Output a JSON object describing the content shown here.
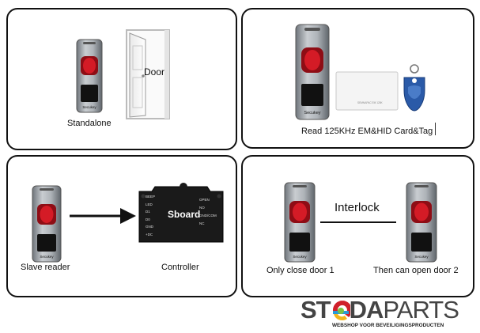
{
  "panels": {
    "standalone": {
      "caption": "Standalone",
      "door_label": "Door"
    },
    "read_card": {
      "caption": "Read 125KHz EM&HID Card&Tag",
      "card_print": "SEMNAPAC EM 125K"
    },
    "slave": {
      "caption": "Slave reader",
      "controller_caption": "Controller",
      "controller_name": "Sboard",
      "left_terminals": [
        "BEEP",
        "LED",
        "D1",
        "D0",
        "GND",
        "+DC"
      ],
      "right_terminals": [
        "OPEN",
        "NO",
        "GND/COM",
        "NC"
      ]
    },
    "interlock": {
      "label": "Interlock",
      "caption_left": "Only close door 1",
      "caption_right": "Then can open door 2"
    }
  },
  "reader_brand": "Secukey",
  "brand": {
    "part1": "ST",
    "part2": "DA",
    "part3": "PARTS",
    "tagline": "WEBSHOP VOOR BEVEILIGINGSPRODUCTEN"
  },
  "colors": {
    "border": "#111111",
    "reader_body": "#9aa0a6",
    "reader_red": "#c0141e",
    "tag_blue": "#2a5aa8",
    "brand_red": "#d0202a"
  }
}
